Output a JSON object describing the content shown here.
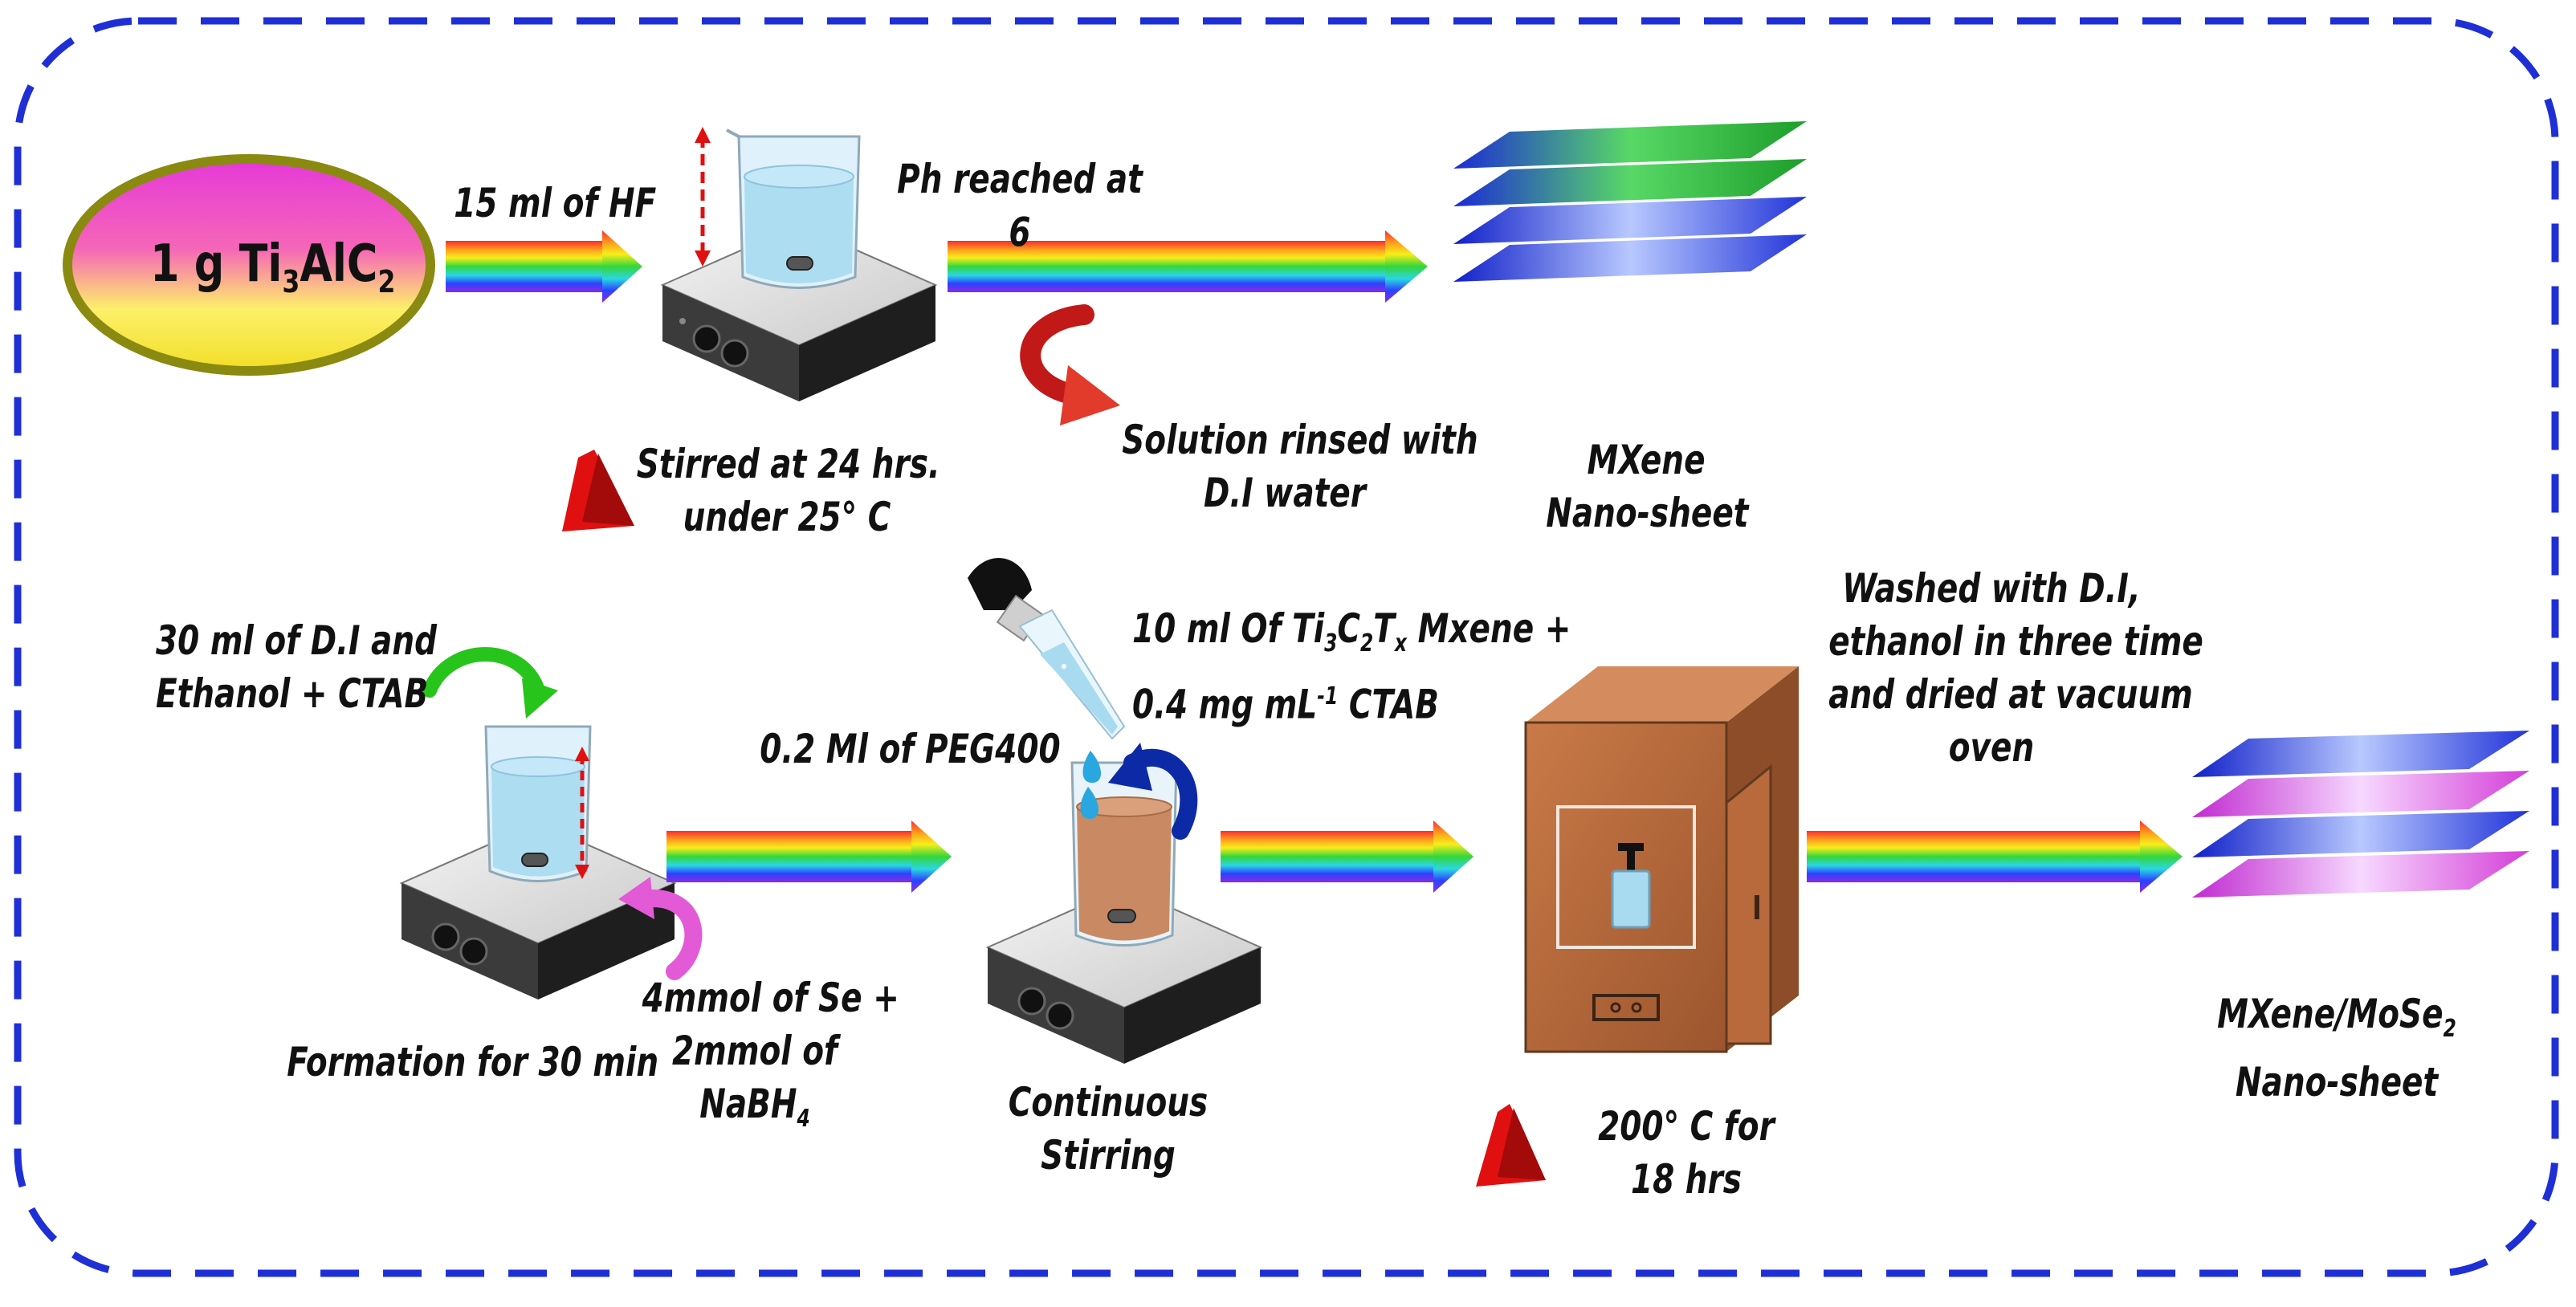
{
  "colors": {
    "border": "#1f2fd6",
    "rainbow": [
      "#ff2b2b",
      "#ff9d1e",
      "#f7ee1a",
      "#35d63a",
      "#2ad7e3",
      "#2b43ff",
      "#8a2be2"
    ],
    "warning_triangle": "#e01010",
    "oven": "#b86a3c",
    "liquid": "#a9dbf0",
    "mixture": "#c98a63"
  },
  "reagents": {
    "start_pre": "1 g Ti",
    "start_sub1": "3",
    "start_mid": "AlC",
    "start_sub2": "2"
  },
  "labels": {
    "hf": "15 ml of HF",
    "ph_line1": "Ph reached at",
    "ph_line2": "6",
    "stirred_line1": "Stirred at 24 hrs.",
    "stirred_line2": "under 25° C",
    "rinsed_line1": "Solution rinsed with",
    "rinsed_line2": "D.I water",
    "mxene_line1": "MXene",
    "mxene_line2": "Nano-sheet",
    "di_line1": "30 ml of D.I and",
    "di_line2": "Ethanol + CTAB",
    "formation": "Formation for 30 min",
    "se_line1": "4mmol of Se +",
    "se_line2": "2mmol of",
    "se_line3_pre": "NaBH",
    "se_line3_sub": "4",
    "peg": "0.2 Ml of PEG400",
    "mx_line1_a": "10 ml Of Ti",
    "mx_line1_s1": "3",
    "mx_line1_b": "C",
    "mx_line1_s2": "2",
    "mx_line1_c": "T",
    "mx_line1_s3": "x",
    "mx_line1_d": " Mxene +",
    "mx_line2_a": "0.4 mg mL",
    "mx_line2_sup": "-1",
    "mx_line2_b": " CTAB",
    "continuous_line1": "Continuous",
    "continuous_line2": "Stirring",
    "washed_line1": "Washed with D.I,",
    "washed_line2": "ethanol in three time",
    "washed_line3": "and dried at vacuum",
    "washed_line4": "oven",
    "temp_line1": "200° C for",
    "temp_line2": "18 hrs",
    "final_line1_pre": "MXene/MoSe",
    "final_line1_sub": "2",
    "final_line2": "Nano-sheet"
  }
}
